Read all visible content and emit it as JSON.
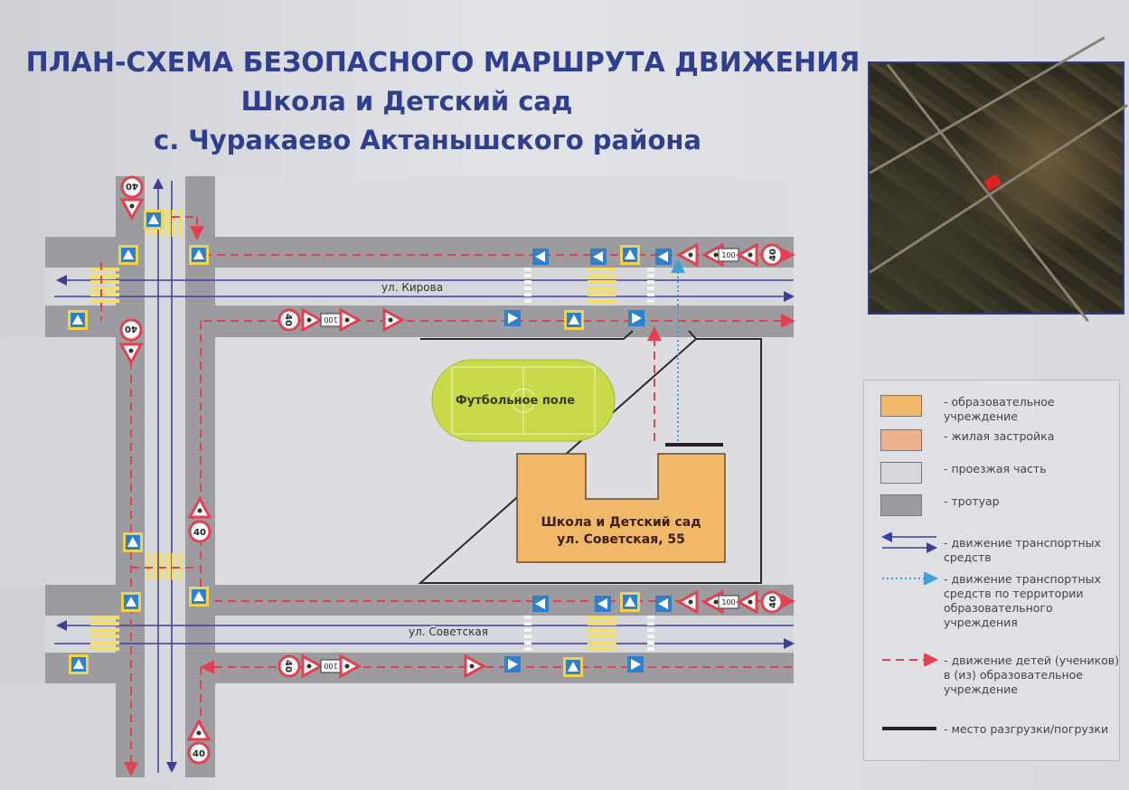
{
  "title": {
    "line1": "ПЛАН-СХЕМА БЕЗОПАСНОГО МАРШРУТА ДВИЖЕНИЯ",
    "line2": "Школа и Детский сад",
    "line3": "с. Чуракаево Актанышского района"
  },
  "map": {
    "street_top": "ул. Кирова",
    "street_bottom": "ул. Советская",
    "football_field": "Футбольное поле",
    "school_line1": "Школа и Детский сад",
    "school_line2": "ул. Советская, 55",
    "speed_limit": "40",
    "distance_plate": "100"
  },
  "legend": {
    "items": [
      {
        "label": "- образовательное учреждение",
        "color": "#f2b86a"
      },
      {
        "label": "- жилая застройка",
        "color": "#efb08c"
      },
      {
        "label": "- проезжая часть",
        "color": "#d6d7db"
      },
      {
        "label": "- тротуар",
        "color": "#9c9ca0"
      },
      {
        "label": "- движение транспортных средств",
        "color": "#3a3f9a"
      },
      {
        "label": "- движение транспортных средств по территории образовательного учреждения",
        "color": "#3fa0d8"
      },
      {
        "label": "- движение детей (учеников) в (из) образовательное учреждение",
        "color": "#e2414f"
      },
      {
        "label": "- место разгрузки/погрузки",
        "color": "#2a1e2a"
      }
    ]
  }
}
